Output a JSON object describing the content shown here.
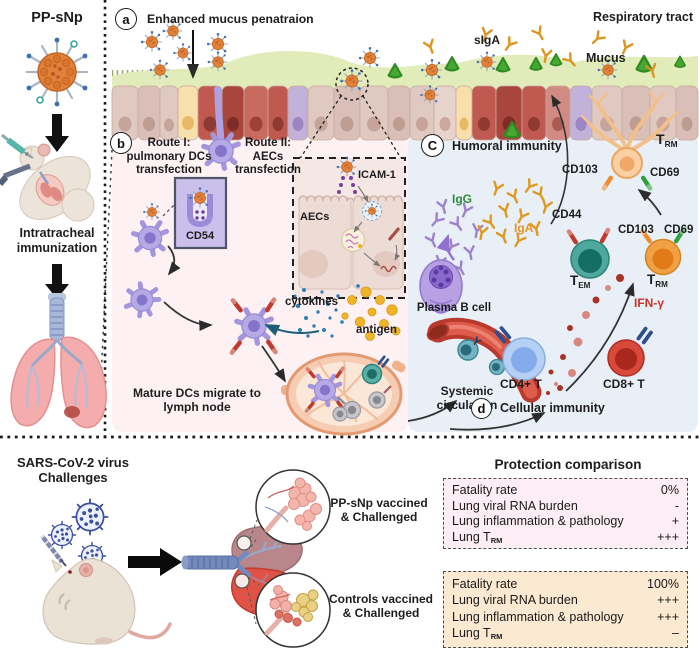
{
  "colors": {
    "panel_b_bg": "#fdf1f3",
    "panel_cd_bg": "#e9eff7",
    "vaccinated_box_bg": "#fceef4",
    "control_box_bg": "#fbe9d2",
    "igg_label": "#2e8b3a",
    "iga_label": "#e8951d",
    "ifn_label": "#c63628",
    "nanoparticle_core": "#e0813c",
    "mucus_layer": "#e2ecba"
  },
  "left_column": {
    "title": "PP-sNp",
    "immunization_caption": "Intratracheal immunization"
  },
  "respiratory": {
    "badge_a": "a",
    "caption_a": "Enhanced mucus penatraion",
    "header": "Respiratory tract",
    "siga": "sIgA",
    "mucus": "Mucus"
  },
  "panel_b": {
    "badge": "b",
    "route1": "Route I: pulmonary DCs transfection",
    "route2": "Route II: AECs transfection",
    "cd54": "CD54",
    "icam1": "ICAM-1",
    "aecs": "AECs",
    "cytokines": "cytokines",
    "antigen": "antigen",
    "caption": "Mature DCs migrate to lymph node"
  },
  "panel_c": {
    "badge": "C",
    "title": "Humoral immunity",
    "igg": "IgG",
    "iga": "IgA",
    "plasma_b": "Plasma B cell",
    "systemic": "Systemic circulation",
    "trm_top": {
      "base": "T",
      "sub": "RM"
    },
    "cd103_top": "CD103",
    "cd69_top": "CD69",
    "cd44": "CD44",
    "tem": {
      "base": "T",
      "sub": "EM"
    },
    "trm_mid": {
      "base": "T",
      "sub": "RM"
    },
    "cd103_mid": "CD103",
    "cd69_mid": "CD69",
    "ifn": "IFN-γ",
    "cd4": "CD4+ T",
    "cd8": "CD8+ T"
  },
  "panel_d": {
    "badge": "d",
    "title": "Cellular immunity"
  },
  "challenge": {
    "title": "SARS-CoV-2 virus Challenges",
    "vaccinated_label": "PP-sNp vaccined & Challenged",
    "control_label": "Controls vaccined & Challenged"
  },
  "protection": {
    "title": "Protection comparison",
    "vaccinated_rows": [
      {
        "label": "Fatality rate",
        "value": "0%"
      },
      {
        "label": "Lung viral RNA burden",
        "value": "-"
      },
      {
        "label": "Lung inflammation & pathology",
        "value": "+"
      },
      {
        "label": "Lung T",
        "label_sub": "RM",
        "value": "+++"
      }
    ],
    "control_rows": [
      {
        "label": "Fatality rate",
        "value": "100%"
      },
      {
        "label": "Lung viral RNA burden",
        "value": "+++"
      },
      {
        "label": "Lung inflammation & pathology",
        "value": "+++"
      },
      {
        "label": "Lung T",
        "label_sub": "RM",
        "value": "–"
      }
    ]
  }
}
